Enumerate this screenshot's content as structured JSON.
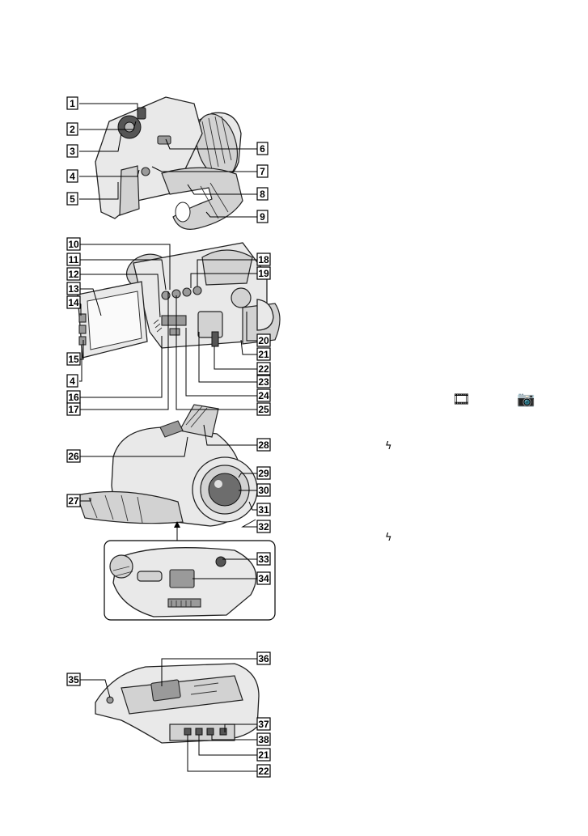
{
  "callouts": [
    {
      "num": "1"
    },
    {
      "num": "2"
    },
    {
      "num": "3"
    },
    {
      "num": "4"
    },
    {
      "num": "5"
    },
    {
      "num": "6"
    },
    {
      "num": "7"
    },
    {
      "num": "8"
    },
    {
      "num": "9"
    },
    {
      "num": "10"
    },
    {
      "num": "11"
    },
    {
      "num": "12"
    },
    {
      "num": "13"
    },
    {
      "num": "14"
    },
    {
      "num": "15"
    },
    {
      "num": "4"
    },
    {
      "num": "16"
    },
    {
      "num": "17"
    },
    {
      "num": "18"
    },
    {
      "num": "19"
    },
    {
      "num": "20"
    },
    {
      "num": "21"
    },
    {
      "num": "22"
    },
    {
      "num": "23"
    },
    {
      "num": "24"
    },
    {
      "num": "25"
    },
    {
      "num": "26"
    },
    {
      "num": "27"
    },
    {
      "num": "28"
    },
    {
      "num": "29"
    },
    {
      "num": "30"
    },
    {
      "num": "31"
    },
    {
      "num": "32"
    },
    {
      "num": "33"
    },
    {
      "num": "34"
    },
    {
      "num": "35"
    },
    {
      "num": "36"
    },
    {
      "num": "37"
    },
    {
      "num": "38"
    },
    {
      "num": "21"
    },
    {
      "num": "22"
    }
  ],
  "icons": {
    "movie": "movie-mode-icon",
    "camera": "still-camera-icon",
    "flash": "flash-icon"
  }
}
